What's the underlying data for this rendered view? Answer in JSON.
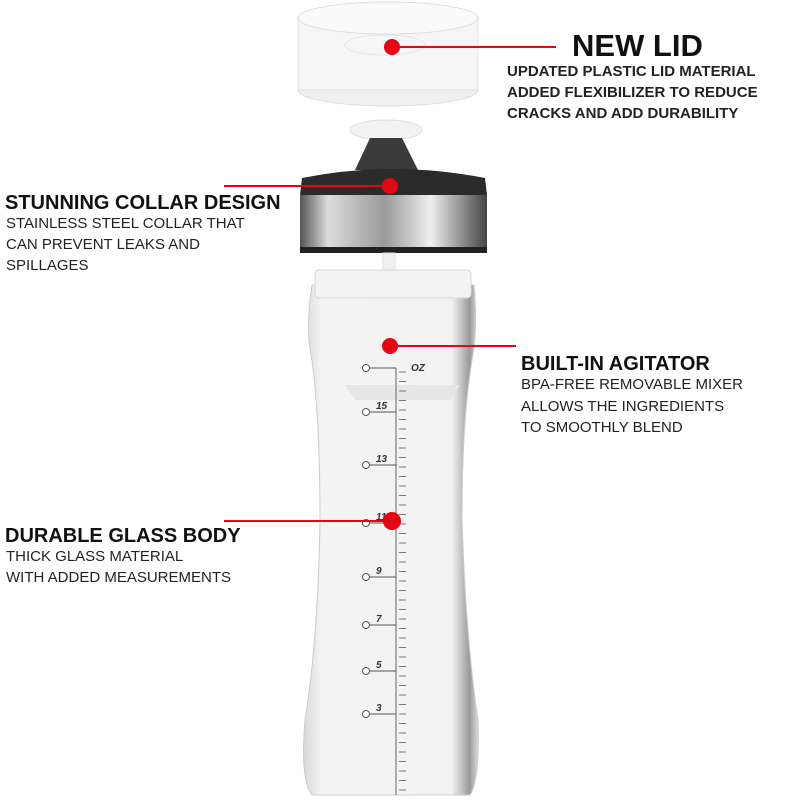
{
  "callouts": {
    "new_lid": {
      "title": "NEW LID",
      "lines": [
        "UPDATED PLASTIC LID MATERIAL",
        "ADDED FLEXIBILIZER TO REDUCE",
        "CRACKS AND ADD DURABILITY"
      ]
    },
    "collar": {
      "title": "STUNNING COLLAR DESIGN",
      "lines": [
        "STAINLESS STEEL COLLAR THAT",
        "CAN PREVENT LEAKS AND",
        "SPILLAGES"
      ]
    },
    "agitator": {
      "title": "BUILT-IN AGITATOR",
      "lines": [
        "BPA-FREE REMOVABLE MIXER",
        "ALLOWS THE INGREDIENTS",
        "TO SMOOTHLY BLEND"
      ]
    },
    "glass": {
      "title": "DURABLE GLASS BODY",
      "lines": [
        "THICK GLASS MATERIAL",
        "WITH ADDED MEASUREMENTS"
      ]
    }
  },
  "scale": {
    "unit": "OZ",
    "labels": [
      "15",
      "13",
      "11",
      "9",
      "7",
      "5",
      "3"
    ]
  },
  "colors": {
    "accent": "#e30613",
    "text": "#111111"
  }
}
